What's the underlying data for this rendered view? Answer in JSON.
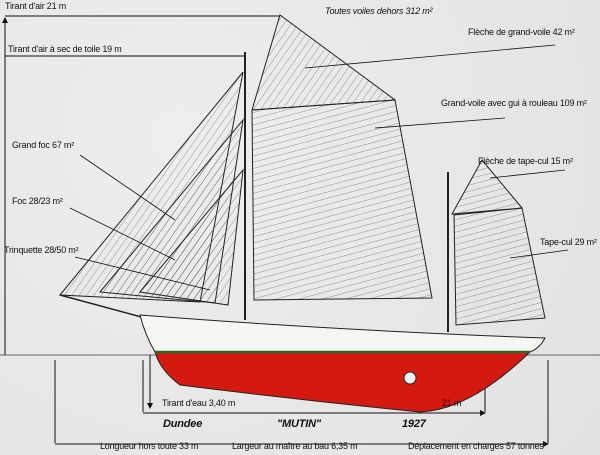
{
  "title": "Toutes voiles dehors 312 m²",
  "dimensions": {
    "air_draft": "Tirant d'air 21 m",
    "air_draft_bare": "Tirant d'air à sec de toile 19 m",
    "draft": "Tirant d'eau 3,40 m",
    "hull_length": "21 m",
    "length_overall": "Longueur hors toute 33 m",
    "beam": "Largeur au maître au bau 6,35 m",
    "displacement": "Déplacement en charges 57 tonnes"
  },
  "sails": {
    "main_topsail": "Flèche de grand-voile 42 m²",
    "mainsail": "Grand-voile avec gui à rouleau 109 m²",
    "mizzen_topsail": "Flèche de tape-cul 15 m²",
    "mizzen": "Tape-cul 29 m²",
    "big_jib": "Grand foc 67 m²",
    "jib": "Foc 28/23 m²",
    "staysail": "Trinquette 28/50 m²"
  },
  "boat": {
    "type": "Dundee",
    "name": "\"MUTIN\"",
    "year": "1927"
  },
  "colors": {
    "hull_bottom": "#d41a10",
    "waterline_stripe": "#2a6a2a",
    "background": "#e6e6e6"
  }
}
